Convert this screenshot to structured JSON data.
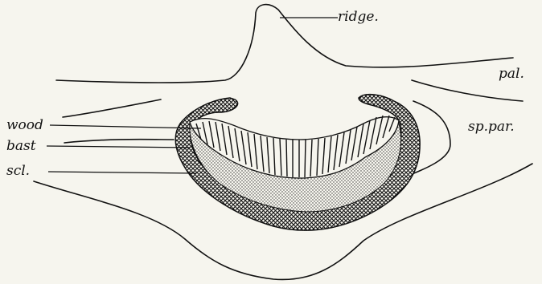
{
  "labels": {
    "ridge": "ridge.",
    "pal": "pal.",
    "sp_par": "sp.par.",
    "wood": "wood",
    "bast": "bast",
    "scl": "scl."
  },
  "colors": {
    "ink": "#111111",
    "paper": "#f6f5ee"
  }
}
